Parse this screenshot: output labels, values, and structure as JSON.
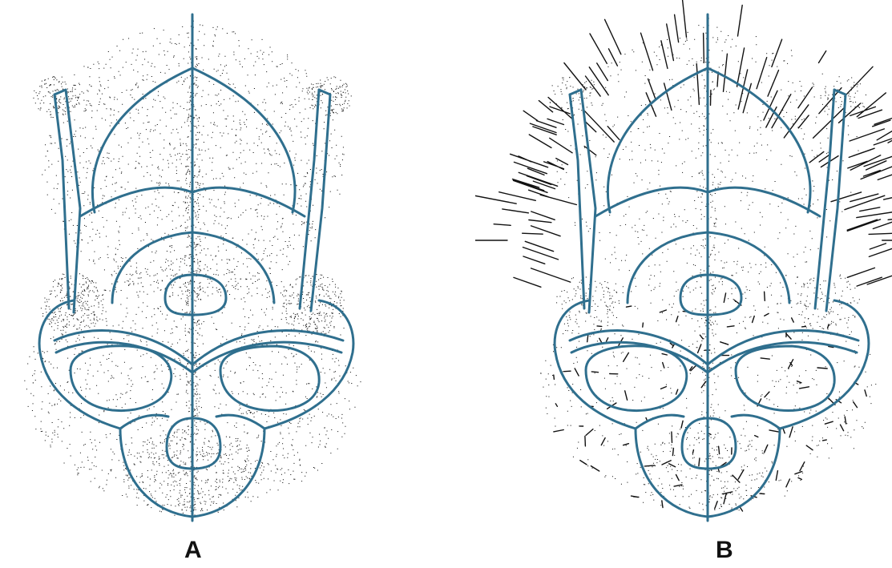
{
  "panels": [
    {
      "label": "A",
      "overlay": "landmark-scatter"
    },
    {
      "label": "B",
      "overlay": "displacement-vectors"
    }
  ],
  "colors": {
    "outline": "#2f6f8e",
    "points": "#1a1a1a",
    "vectors": "#111111",
    "background": "#ffffff"
  }
}
